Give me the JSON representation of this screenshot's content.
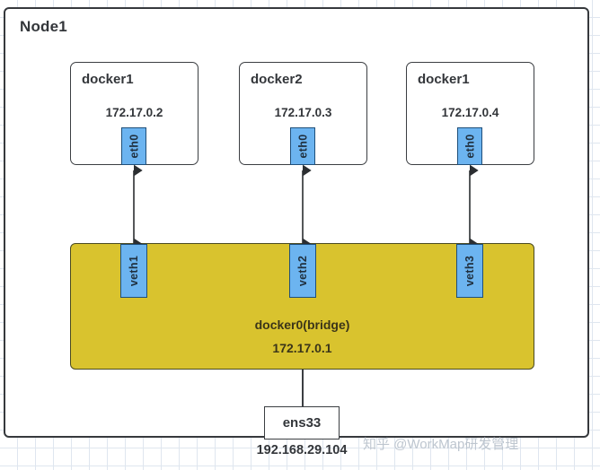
{
  "node": {
    "title": "Node1"
  },
  "containers": [
    {
      "name": "docker1",
      "ip": "172.17.0.2",
      "port_label": "eth0"
    },
    {
      "name": "docker2",
      "ip": "172.17.0.3",
      "port_label": "eth0"
    },
    {
      "name": "docker1",
      "ip": "172.17.0.4",
      "port_label": "eth0"
    }
  ],
  "bridge": {
    "name": "docker0(bridge)",
    "ip": "172.17.0.1",
    "ports": [
      {
        "label": "veth1"
      },
      {
        "label": "veth2"
      },
      {
        "label": "veth3"
      }
    ]
  },
  "host_nic": {
    "name": "ens33",
    "ip": "192.168.29.104"
  },
  "watermark": {
    "text": "知乎 @WorkMap研发管理"
  },
  "colors": {
    "bridge_fill": "#d9c32e",
    "bridge_stroke": "#4a4a20",
    "port_fill": "#6cb4f0",
    "port_stroke": "#1f4f7a",
    "frame_stroke": "#36393d",
    "text": "#33363a",
    "grid": "#dfe6ef"
  }
}
